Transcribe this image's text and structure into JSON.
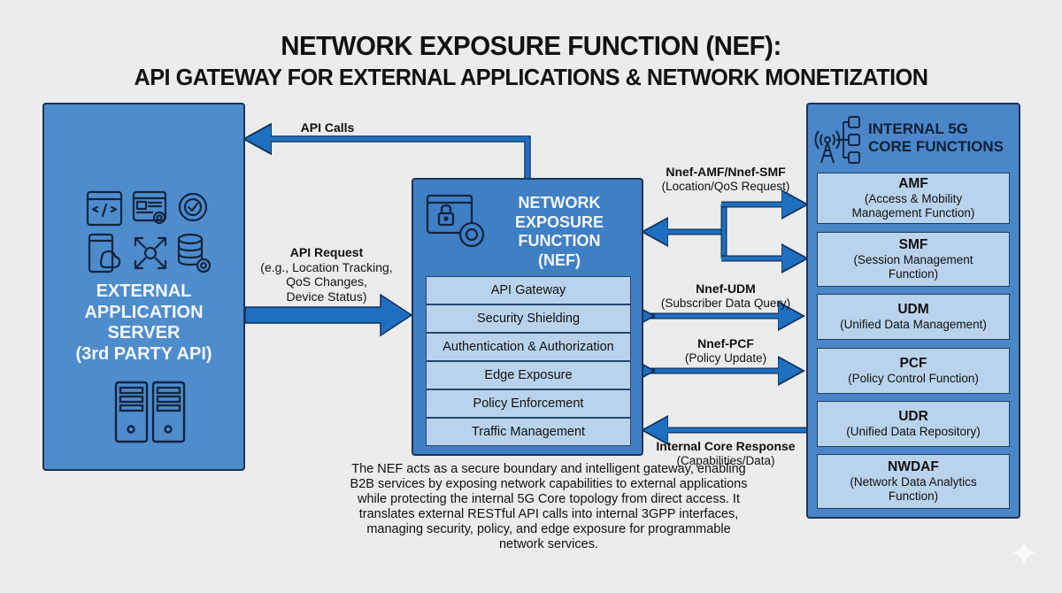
{
  "title": {
    "line1": "NETWORK EXPOSURE FUNCTION (NEF):",
    "line2": "API GATEWAY FOR EXTERNAL APPLICATIONS & NETWORK MONETIZATION"
  },
  "external_server": {
    "title_lines": [
      "EXTERNAL",
      "APPLICATION",
      "SERVER",
      "(3rd PARTY API)"
    ],
    "icons": [
      "code-window-icon",
      "web-settings-icon",
      "gear-check-icon",
      "mobile-cloud-icon",
      "expand-arrows-icon",
      "database-gear-icon",
      "server-icon",
      "server-icon"
    ]
  },
  "nef": {
    "title_lines": [
      "NETWORK",
      "EXPOSURE",
      "FUNCTION",
      "(NEF)"
    ],
    "services": [
      "API Gateway",
      "Security Shielding",
      "Authentication & Authorization",
      "Edge Exposure",
      "Policy Enforcement",
      "Traffic Management"
    ]
  },
  "core": {
    "title_lines": [
      "INTERNAL 5G",
      "CORE FUNCTIONS"
    ],
    "functions": [
      {
        "name": "AMF",
        "desc_lines": [
          "(Access & Mobility",
          "Management Function)"
        ]
      },
      {
        "name": "SMF",
        "desc_lines": [
          "(Session Management",
          "Function)"
        ]
      },
      {
        "name": "UDM",
        "desc_lines": [
          "(Unified Data Management)"
        ]
      },
      {
        "name": "PCF",
        "desc_lines": [
          "(Policy Control Function)"
        ]
      },
      {
        "name": "UDR",
        "desc_lines": [
          "(Unified Data Repository)"
        ]
      },
      {
        "name": "NWDAF",
        "desc_lines": [
          "(Network Data Analytics",
          "Function)"
        ]
      }
    ]
  },
  "connections": {
    "api_calls": {
      "label": "API Calls"
    },
    "api_request": {
      "label": "API Request",
      "desc_lines": [
        "(e.g., Location Tracking,",
        "QoS Changes,",
        "Device Status)"
      ]
    },
    "amf_smf": {
      "label": "Nnef-AMF/Nnef-SMF",
      "desc": "(Location/QoS Request)"
    },
    "udm": {
      "label": "Nnef-UDM",
      "desc": "(Subscriber Data Query)"
    },
    "pcf": {
      "label": "Nnef-PCF",
      "desc": "(Policy Update)"
    },
    "core_response": {
      "label": "Internal Core Response",
      "desc": "(Capabilities/Data)"
    }
  },
  "description": "The NEF acts as a secure boundary and intelligent gateway, enabling B2B services by exposing network capabilities to external applications while protecting the internal 5G Core topology from direct access. It translates external RESTful API calls into internal 3GPP interfaces, managing security, policy, and edge exposure for programmable network services.",
  "colors": {
    "background": "#ececec",
    "box_blue": "#4a86c8",
    "nef_blue": "#3f7fc4",
    "light_blue": "#b9d3ec",
    "arrow_blue": "#1f6fc0",
    "outline": "#1b3558"
  }
}
